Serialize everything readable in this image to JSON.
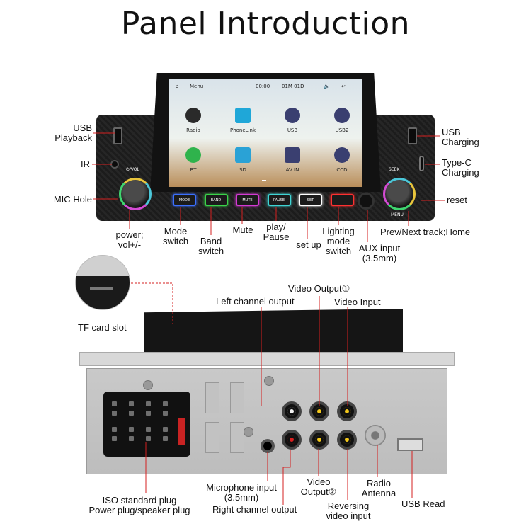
{
  "title": "Panel Introduction",
  "screen": {
    "status": {
      "menu": "Menu",
      "time": "00:00",
      "date": "01M 01D"
    },
    "apps": [
      {
        "label": "Radio",
        "icon": "radio-icon",
        "color": "#2a2a2a"
      },
      {
        "label": "PhoneLink",
        "icon": "phonelink-icon",
        "color": "#1fa7d8"
      },
      {
        "label": "USB",
        "icon": "usb-icon",
        "color": "#3a3f70"
      },
      {
        "label": "USB2",
        "icon": "usb2-icon",
        "color": "#3a3f70"
      },
      {
        "label": "BT",
        "icon": "bluetooth-phone-icon",
        "color": "#2fb34c"
      },
      {
        "label": "SD",
        "icon": "sd-card-icon",
        "color": "#2aa2d6"
      },
      {
        "label": "AV IN",
        "icon": "av-in-icon",
        "color": "#3a3f70"
      },
      {
        "label": "CCD",
        "icon": "camera-icon",
        "color": "#3a3f70"
      }
    ]
  },
  "buttons": [
    {
      "label": "MODE",
      "color": "#3b6fff"
    },
    {
      "label": "BAND",
      "color": "#3ad44a"
    },
    {
      "label": "MUTE",
      "color": "#d43ad4"
    },
    {
      "label": "PAUSE",
      "color": "#3fd4d4"
    },
    {
      "label": "SET",
      "color": "#ffffff"
    },
    {
      "label": "",
      "color": "#ff3030"
    }
  ],
  "knob_text": {
    "vol": "⏻/VOL",
    "seek": "SEEK",
    "menu": "MENU"
  },
  "front_labels": {
    "usb_playback": [
      "USB",
      "Playback"
    ],
    "ir": "IR",
    "mic_hole": "MIC Hole",
    "power": [
      "power;",
      "vol+/-"
    ],
    "mode": [
      "Mode",
      "switch"
    ],
    "band": [
      "Band",
      "switch"
    ],
    "mute": "Mute",
    "play": [
      "play/",
      "Pause"
    ],
    "setup": "set up",
    "lighting": [
      "Lighting",
      "mode",
      "switch"
    ],
    "aux": [
      "AUX input",
      "(3.5mm)"
    ],
    "prev_next": "Prev/Next track;Home",
    "usb_charging": [
      "USB",
      "Charging"
    ],
    "typec": [
      "Type-C",
      "Charging"
    ],
    "reset": "reset"
  },
  "tf_label": "TF card slot",
  "rear_labels": {
    "video_output1": "Video Output①",
    "left_channel": "Left channel output",
    "video_input": "Video Input",
    "iso": [
      "ISO standard plug",
      "Power plug/speaker plug"
    ],
    "microphone": [
      "Microphone input",
      "(3.5mm)"
    ],
    "right_channel": "Right channel output",
    "video_output2": [
      "Video",
      "Output②"
    ],
    "reversing": [
      "Reversing",
      "video input"
    ],
    "radio_antenna": [
      "Radio",
      "Antenna"
    ],
    "usb_read": "USB Read"
  },
  "rca_colors": {
    "red": "#d92020",
    "yellow": "#f2c71a",
    "white": "#f2f2f2"
  }
}
